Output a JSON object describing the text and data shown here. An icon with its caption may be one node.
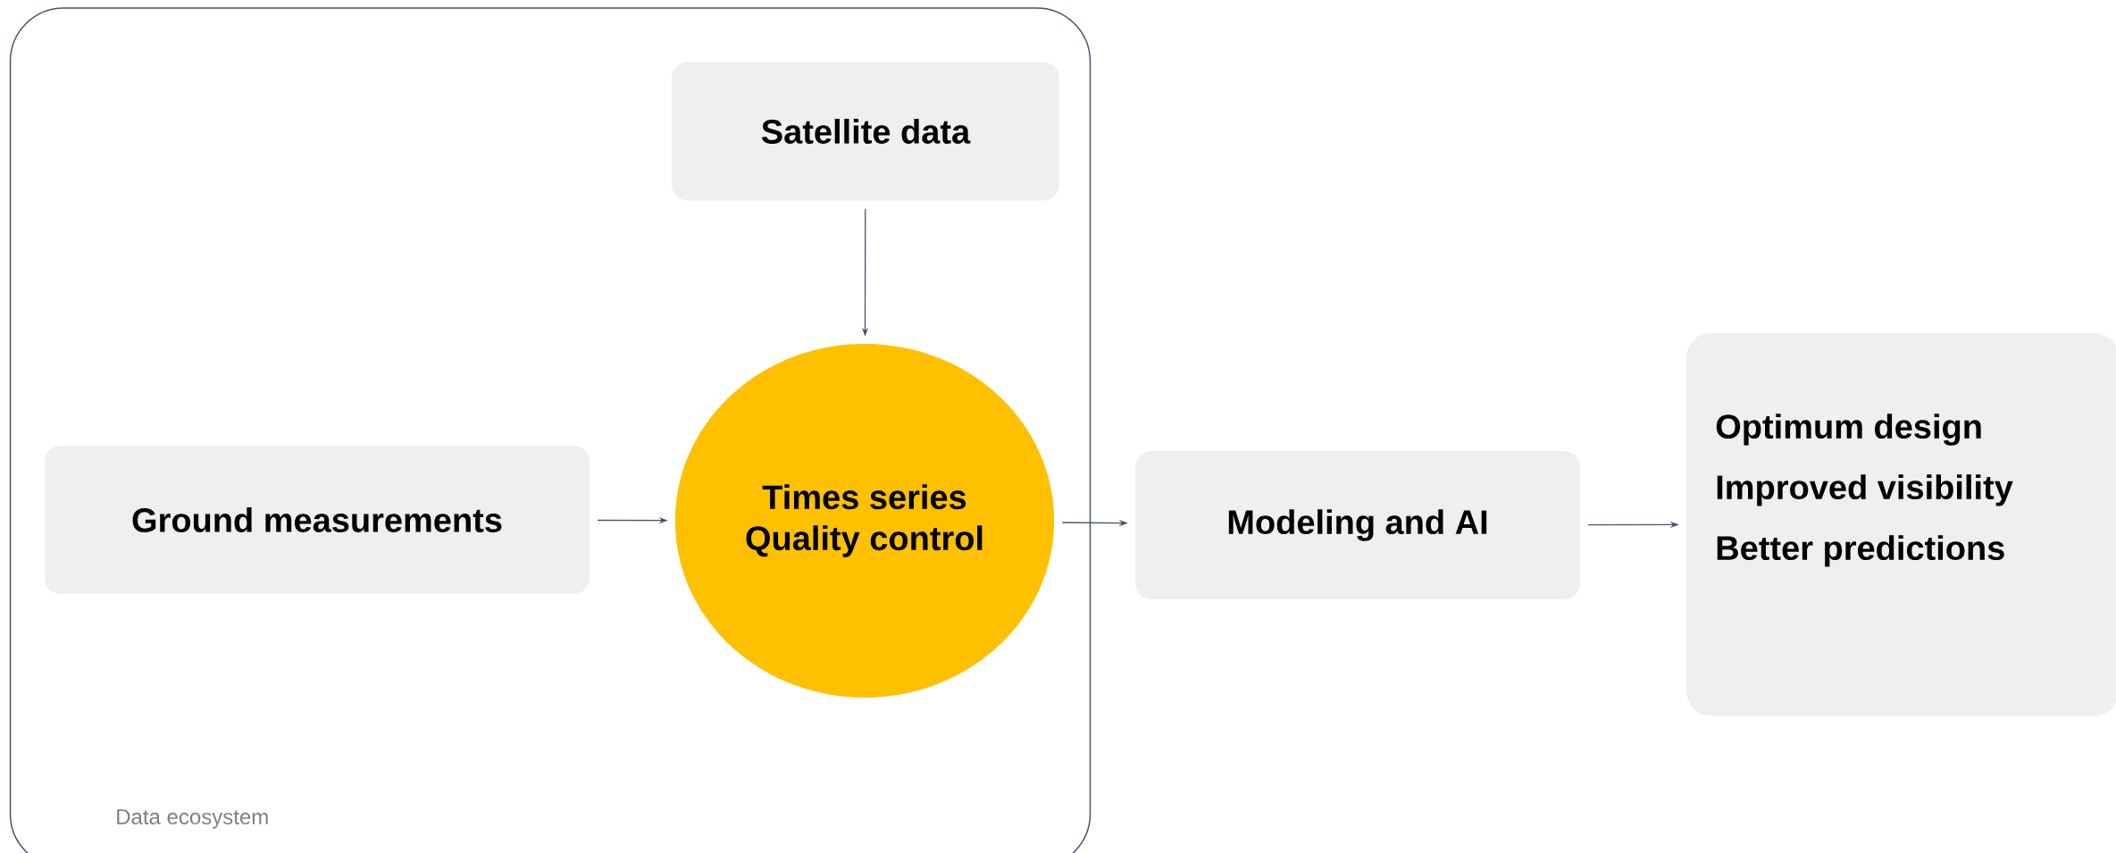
{
  "diagram": {
    "nodes": [
      {
        "text": [
          "Data ecosystem"
        ]
      },
      {
        "text": [
          "Satellite data"
        ],
        "in": 0
      },
      {
        "text": [
          "Ground measurements"
        ],
        "in": 0
      },
      {
        "text": [
          "Times series Quality control"
        ],
        "in": 0
      },
      {
        "text": [
          "Modeling and AI"
        ]
      },
      {
        "text": [
          "Optimum design",
          "Improved visibility",
          "Better predictions"
        ]
      }
    ],
    "edges": [
      {
        "from": 1,
        "to": 3,
        "arrow": "to"
      },
      {
        "from": 2,
        "to": 3,
        "arrow": "to"
      },
      {
        "from": 3,
        "to": 4,
        "arrow": "to"
      },
      {
        "from": 4,
        "to": 5,
        "arrow": "to"
      }
    ]
  }
}
